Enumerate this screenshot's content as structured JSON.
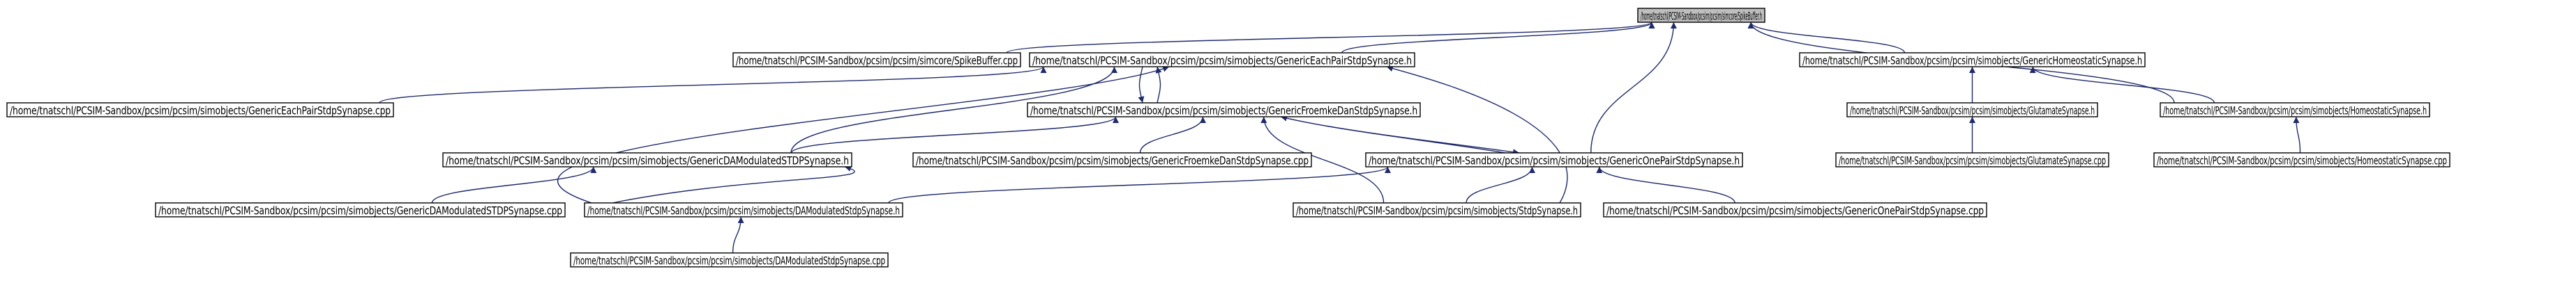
{
  "nodes": [
    {
      "id": "spikebuffer_h",
      "label": "/home/tnatschl/PCSIM-Sandbox/pcsim/pcsim/simcore/SpikeBuffer.h",
      "root": true
    },
    {
      "id": "spikebuffer_cpp",
      "label": "/home/tnatschl/PCSIM-Sandbox/pcsim/pcsim/simcore/SpikeBuffer.cpp"
    },
    {
      "id": "gen_each_pair_h",
      "label": "/home/tnatschl/PCSIM-Sandbox/pcsim/pcsim/simobjects/GenericEachPairStdpSynapse.h"
    },
    {
      "id": "gen_homeo_h",
      "label": "/home/tnatschl/PCSIM-Sandbox/pcsim/pcsim/simobjects/GenericHomeostaticSynapse.h"
    },
    {
      "id": "gen_each_pair_cpp",
      "label": "/home/tnatschl/PCSIM-Sandbox/pcsim/pcsim/simobjects/GenericEachPairStdpSynapse.cpp"
    },
    {
      "id": "gen_froemke_h",
      "label": "/home/tnatschl/PCSIM-Sandbox/pcsim/pcsim/simobjects/GenericFroemkeDanStdpSynapse.h"
    },
    {
      "id": "glutamate_h",
      "label": "/home/tnatschl/PCSIM-Sandbox/pcsim/pcsim/simobjects/GlutamateSynapse.h"
    },
    {
      "id": "homeostatic_h",
      "label": "/home/tnatschl/PCSIM-Sandbox/pcsim/pcsim/simobjects/HomeostaticSynapse.h"
    },
    {
      "id": "gen_damod_h",
      "label": "/home/tnatschl/PCSIM-Sandbox/pcsim/pcsim/simobjects/GenericDAModulatedSTDPSynapse.h"
    },
    {
      "id": "gen_froemke_cpp",
      "label": "/home/tnatschl/PCSIM-Sandbox/pcsim/pcsim/simobjects/GenericFroemkeDanStdpSynapse.cpp"
    },
    {
      "id": "gen_one_pair_h",
      "label": "/home/tnatschl/PCSIM-Sandbox/pcsim/pcsim/simobjects/GenericOnePairStdpSynapse.h"
    },
    {
      "id": "glutamate_cpp",
      "label": "/home/tnatschl/PCSIM-Sandbox/pcsim/pcsim/simobjects/GlutamateSynapse.cpp"
    },
    {
      "id": "homeostatic_cpp",
      "label": "/home/tnatschl/PCSIM-Sandbox/pcsim/pcsim/simobjects/HomeostaticSynapse.cpp"
    },
    {
      "id": "gen_damod_cpp",
      "label": "/home/tnatschl/PCSIM-Sandbox/pcsim/pcsim/simobjects/GenericDAModulatedSTDPSynapse.cpp"
    },
    {
      "id": "damod_h",
      "label": "/home/tnatschl/PCSIM-Sandbox/pcsim/pcsim/simobjects/DAModulatedStdpSynapse.h"
    },
    {
      "id": "stdp_h",
      "label": "/home/tnatschl/PCSIM-Sandbox/pcsim/pcsim/simobjects/StdpSynapse.h"
    },
    {
      "id": "gen_one_pair_cpp",
      "label": "/home/tnatschl/PCSIM-Sandbox/pcsim/pcsim/simobjects/GenericOnePairStdpSynapse.cpp"
    },
    {
      "id": "damod_cpp",
      "label": "/home/tnatschl/PCSIM-Sandbox/pcsim/pcsim/simobjects/DAModulatedStdpSynapse.cpp"
    }
  ],
  "edges": [
    [
      "spikebuffer_cpp",
      "spikebuffer_h"
    ],
    [
      "gen_each_pair_h",
      "spikebuffer_h"
    ],
    [
      "gen_homeo_h",
      "spikebuffer_h"
    ],
    [
      "homeostatic_h",
      "spikebuffer_h"
    ],
    [
      "gen_one_pair_h",
      "spikebuffer_h"
    ],
    [
      "gen_each_pair_cpp",
      "gen_each_pair_h"
    ],
    [
      "gen_froemke_h",
      "gen_each_pair_h"
    ],
    [
      "gen_damod_h",
      "gen_each_pair_h"
    ],
    [
      "damod_h",
      "gen_each_pair_h"
    ],
    [
      "stdp_h",
      "gen_each_pair_h"
    ],
    [
      "gen_each_pair_h",
      "gen_froemke_h"
    ],
    [
      "gen_damod_h",
      "gen_froemke_h"
    ],
    [
      "gen_froemke_cpp",
      "gen_froemke_h"
    ],
    [
      "gen_one_pair_h",
      "gen_froemke_h"
    ],
    [
      "stdp_h",
      "gen_froemke_h"
    ],
    [
      "glutamate_h",
      "gen_homeo_h"
    ],
    [
      "homeostatic_h",
      "gen_homeo_h"
    ],
    [
      "glutamate_cpp",
      "glutamate_h"
    ],
    [
      "homeostatic_cpp",
      "homeostatic_h"
    ],
    [
      "gen_damod_cpp",
      "gen_damod_h"
    ],
    [
      "damod_h",
      "gen_damod_h"
    ],
    [
      "gen_froemke_h",
      "gen_one_pair_h"
    ],
    [
      "stdp_h",
      "gen_one_pair_h"
    ],
    [
      "gen_one_pair_cpp",
      "gen_one_pair_h"
    ],
    [
      "damod_h",
      "gen_one_pair_h"
    ],
    [
      "damod_cpp",
      "damod_h"
    ]
  ],
  "colors": {
    "edge": "#1f2a6b",
    "root_fill": "#bfbfbf",
    "node_fill": "#ffffff",
    "border": "#000000"
  }
}
